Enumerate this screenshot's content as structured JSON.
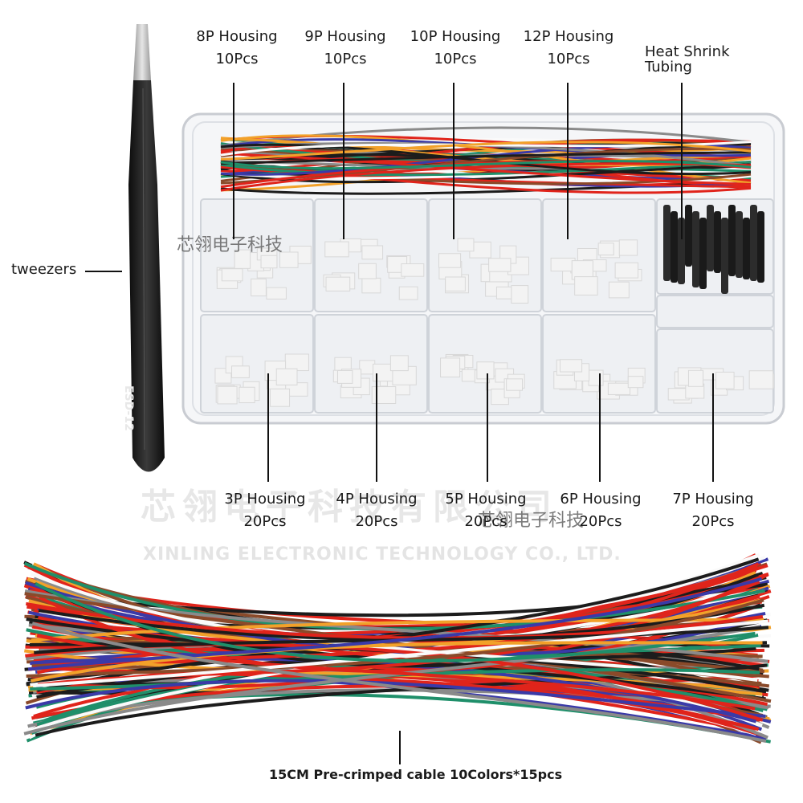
{
  "top_labels": [
    {
      "name": "8p-housing",
      "title": "8P Housing",
      "qty": "10Pcs"
    },
    {
      "name": "9p-housing",
      "title": "9P Housing",
      "qty": "10Pcs"
    },
    {
      "name": "10p-housing",
      "title": "10P Housing",
      "qty": "10Pcs"
    },
    {
      "name": "12p-housing",
      "title": "12P Housing",
      "qty": "10Pcs"
    }
  ],
  "heat_shrink": {
    "line1": "Heat Shrink",
    "line2": "Tubing"
  },
  "bottom_labels": [
    {
      "name": "3p-housing",
      "title": "3P Housing",
      "qty": "20Pcs"
    },
    {
      "name": "4p-housing",
      "title": "4P Housing",
      "qty": "20Pcs"
    },
    {
      "name": "5p-housing",
      "title": "5P Housing",
      "qty": "20Pcs"
    },
    {
      "name": "6p-housing",
      "title": "6P Housing",
      "qty": "20Pcs"
    },
    {
      "name": "7p-housing",
      "title": "7P Housing",
      "qty": "20Pcs"
    }
  ],
  "tweezers_label": "tweezers",
  "tweezers_marking": "ESD-12",
  "cable_label": "15CM Pre-crimped cable 10Colors*15pcs",
  "watermarks": {
    "cn_small_1": "芯翎电子科技",
    "cn_small_2": "芯翎电子科技",
    "cn_large": "芯翎电子科技有限公司",
    "en": "XINLING ELECTRONIC TECHNOLOGY CO., LTD."
  },
  "colors": {
    "wire_red": "#e0241b",
    "wire_black": "#1c1c1c",
    "wire_white": "#f4f4f4",
    "wire_green": "#1f8f6a",
    "wire_orange": "#f2a12a",
    "wire_blue": "#3a3aa8",
    "wire_gray": "#8a8a8a",
    "wire_brown": "#8a4a2a",
    "tweezer": "#1e1e1e",
    "housing": "#f3f3f3"
  }
}
